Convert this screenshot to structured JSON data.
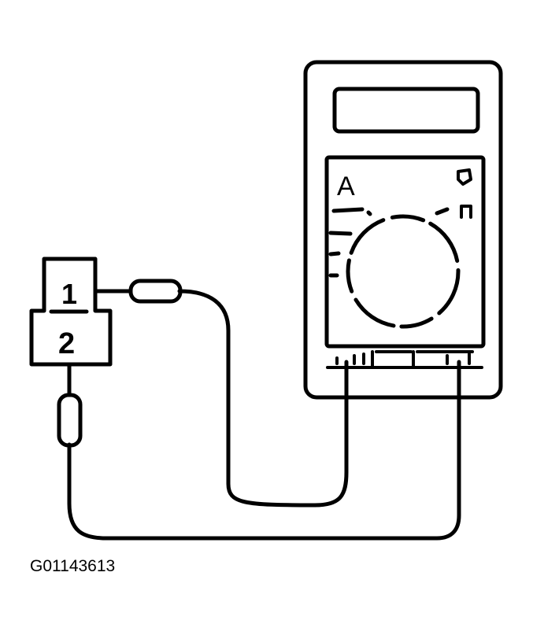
{
  "diagram": {
    "connector": {
      "terminal_top": "1",
      "terminal_bottom": "2"
    },
    "meter": {
      "dial_label": "A"
    },
    "figure_code": "G01143613"
  },
  "colors": {
    "line": "#000000",
    "background": "#ffffff"
  }
}
